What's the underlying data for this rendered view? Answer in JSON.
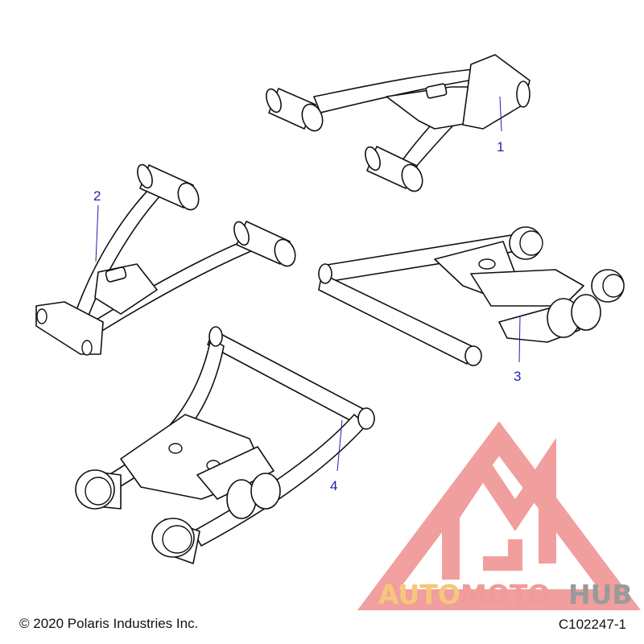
{
  "callouts": [
    {
      "id": "1",
      "label": "1"
    },
    {
      "id": "2",
      "label": "2"
    },
    {
      "id": "3",
      "label": "3"
    },
    {
      "id": "4",
      "label": "4"
    }
  ],
  "footer": {
    "copyright": "© 2020 Polaris Industries Inc.",
    "drawing_id": "C102247-1"
  },
  "watermark": {
    "brand_part1": "AUTO",
    "brand_part2": "MOTO",
    "brand_part3": "HUB",
    "colors": {
      "logo": "#ef8e8e",
      "auto": "#f5c77a",
      "moto": "#f19a9a",
      "hub": "#9a9a9a"
    }
  },
  "colors": {
    "callout": "#1f1fb0",
    "line": "#111111"
  }
}
